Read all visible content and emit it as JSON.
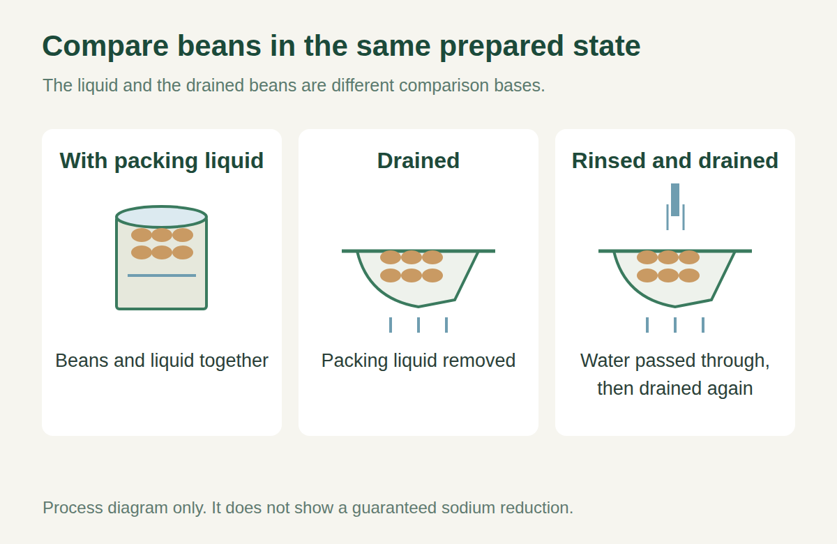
{
  "diagram": {
    "title": "Compare beans in the same prepared state",
    "caption": "Process diagram only. It does not show a guaranteed sodium reduction.",
    "nodes": [
      {
        "text": [
          "With packing liquid",
          "Beans and liquid together"
        ]
      },
      {
        "text": [
          "Drained",
          "Packing liquid removed"
        ]
      },
      {
        "text": [
          "Rinsed and drained",
          "Water passed through, then drained again"
        ]
      }
    ],
    "labels": [
      "The liquid and the drained beans are different comparison bases."
    ]
  }
}
